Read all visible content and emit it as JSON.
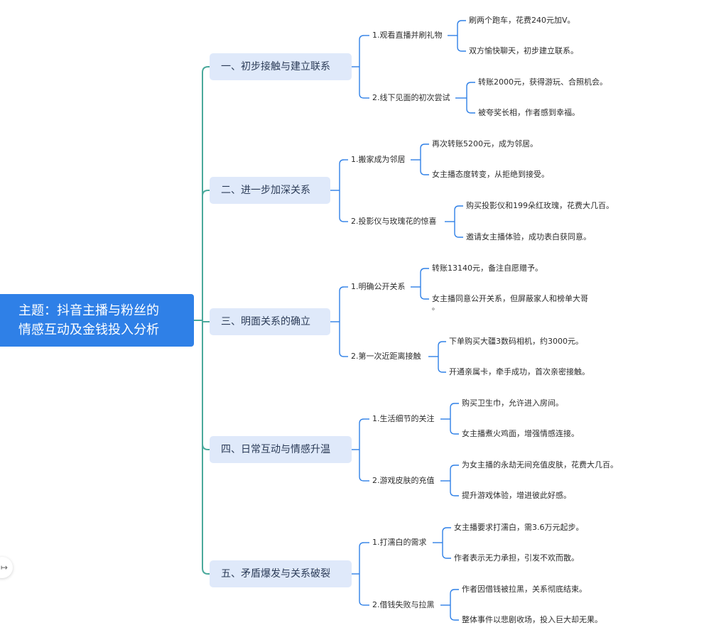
{
  "root": {
    "line1": "主题：抖音主播与粉丝的",
    "line2": "情感互动及金钱投入分析"
  },
  "branches": [
    {
      "label": "一、初步接触与建立联系",
      "subs": [
        {
          "label": "1.观看直播并刷礼物",
          "leaves": [
            "刷两个跑车，花费240元加V。",
            "双方愉快聊天，初步建立联系。"
          ]
        },
        {
          "label": "2.线下见面的初次尝试",
          "leaves": [
            "转账2000元，获得游玩、合照机会。",
            "被夸奖长相，作者感到幸福。"
          ]
        }
      ]
    },
    {
      "label": "二、进一步加深关系",
      "subs": [
        {
          "label": "1.搬家成为邻居",
          "leaves": [
            "再次转账5200元，成为邻居。",
            "女主播态度转变，从拒绝到接受。"
          ]
        },
        {
          "label": "2.投影仪与玫瑰花的惊喜",
          "leaves": [
            "购买投影仪和199朵红玫瑰，花费大几百。",
            "邀请女主播体验，成功表白获同意。"
          ]
        }
      ]
    },
    {
      "label": "三、明面关系的确立",
      "subs": [
        {
          "label": "1.明确公开关系",
          "leaves": [
            "转账13140元，备注自愿赠予。",
            "女主播同意公开关系，但屏蔽家人和榜单大哥"
          ]
        },
        {
          "label": "2.第一次近距离接触",
          "leaves": [
            "下单购买大疆3数码相机，约3000元。",
            "开通亲属卡，牵手成功，首次亲密接触。"
          ]
        }
      ]
    },
    {
      "label": "四、日常互动与情感升温",
      "subs": [
        {
          "label": "1.生活细节的关注",
          "leaves": [
            "购买卫生巾，允许进入房间。",
            "女主播煮火鸡面，增强情感连接。"
          ]
        },
        {
          "label": "2.游戏皮肤的充值",
          "leaves": [
            "为女主播的永劫无间充值皮肤，花费大几百。",
            "提升游戏体验，增进彼此好感。"
          ]
        }
      ]
    },
    {
      "label": "五、矛盾爆发与关系破裂",
      "subs": [
        {
          "label": "1.打濡白的需求",
          "leaves": [
            "女主播要求打濡白，需3.6万元起步。",
            "作者表示无力承担，引发不欢而散。"
          ]
        },
        {
          "label": "2.借钱失败与拉黑",
          "leaves": [
            "作者因借钱被拉黑，关系彻底结束。",
            "整体事件以悲剧收场，投入巨大却无果。"
          ]
        }
      ]
    }
  ],
  "trailing_mark": "。",
  "toggle_glyph": "↦",
  "colors": {
    "root": "#2f80e7",
    "branch_bg": "#dfe9fa",
    "line_main": "#4aa99b",
    "line_sub": "#2f80e7"
  }
}
